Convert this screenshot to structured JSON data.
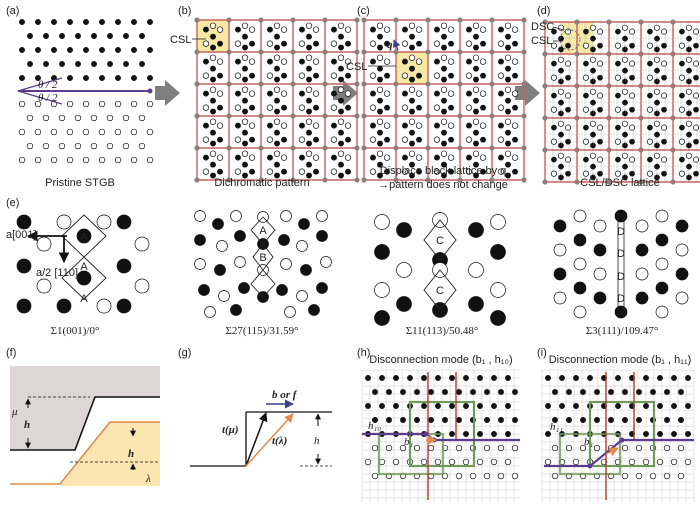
{
  "colors": {
    "csl_line": "#c9605a",
    "grid_fine": "#c8c8c8",
    "highlight": "#f6e9a6",
    "arrow_gray": "#7f7f7f",
    "purple": "#5b3c8f",
    "grain_top": "#ddd6d6",
    "grain_bottom": "#fbe5b0",
    "orange": "#e08a4b",
    "green": "#6f9a5a",
    "navy": "#3b3f8f",
    "dark_red": "#b43a2e"
  },
  "panels": {
    "a": {
      "label": "(a)",
      "caption": "Pristine STGB",
      "theta1": "θ / 2",
      "theta2": "θ / 2"
    },
    "b": {
      "label": "(b)",
      "caption": "Dichromatic pattern",
      "csl": "CSL"
    },
    "c": {
      "label": "(c)",
      "caption_line1": "Displace black lattice by q",
      "caption_line2": "→pattern does not change",
      "csl": "CSL",
      "q": "q"
    },
    "d": {
      "label": "(d)",
      "caption": "CSL/DSC lattice",
      "dsc": "DSC",
      "csl": "CSL"
    },
    "e": {
      "label": "(e)",
      "axis_a": "a[001]",
      "axis_b": "a/2 [110]",
      "captions": [
        "Σ1(001)/0°",
        "Σ27(115)/31.59°",
        "Σ11(113)/50.48°",
        "Σ3(111)/109.47°"
      ],
      "unit_a": "A",
      "unit_b": "B",
      "unit_c": "C",
      "unit_d": "D"
    },
    "f": {
      "label": "(f)",
      "mu": "μ",
      "h1": "h",
      "h2": "h",
      "lambda": "λ"
    },
    "g": {
      "label": "(g)",
      "bf": "b or f",
      "tmu": "t(μ)",
      "tlam": "t(λ)",
      "h": "h"
    },
    "h": {
      "label": "(h)",
      "title": "Disconnection mode (b₁ , h₁₀)",
      "hsub": "h₁₀",
      "bsub": "b₁"
    },
    "i": {
      "label": "(i)",
      "title": "Disconnection mode (b₁ , h₁₁)",
      "hsub": "h₁₁",
      "bsub": "b₁"
    }
  }
}
